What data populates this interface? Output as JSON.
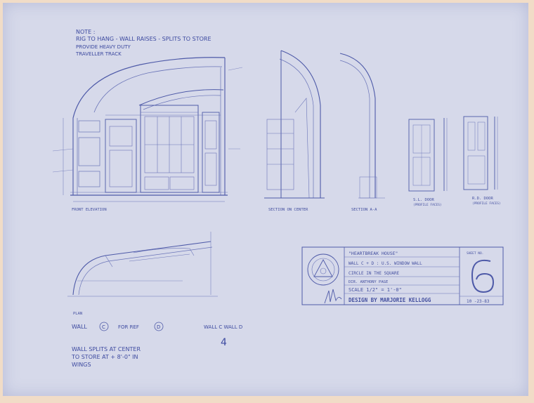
{
  "notes": {
    "line1": "NOTE :",
    "line2": "RIG TO HANG - WALL RAISES - SPLITS TO STORE",
    "line3": "PROVIDE HEAVY DUTY",
    "line4": "TRAVELLER TRACK"
  },
  "view_labels": {
    "front": "FRONT ELEVATION",
    "section_center": "SECTION ON CENTER",
    "section_aa": "SECTION A-A",
    "plan": "PLAN",
    "door_sl": "S.L. DOOR",
    "door_sl_sub": "(PROFILE FACES)",
    "door_rd": "R.D. DOOR",
    "door_rd_sub": "(PROFILE FACES)"
  },
  "walls": {
    "wall_left": "WALL",
    "wall_c_letter": "C",
    "for_ref": "FOR REF",
    "wall_d_letter": "D",
    "wall_c_d": "WALL C   WALL D"
  },
  "split_note": {
    "line1": "WALL SPLITS AT CENTER",
    "line2": "TO STORE AT + 8'-0\" IN",
    "line3": "WINGS"
  },
  "page_number": "4",
  "title_block": {
    "show": "\"HEARTBREAK HOUSE\"",
    "wall": "WALL C + D :  U.S. WINDOW WALL",
    "theatre": "CIRCLE IN THE SQUARE",
    "director": "DIR.  ANTHONY PAGE",
    "scale": "SCALE  1/2\"  =  1'-0\"",
    "designer": "DESIGN BY MARJORIE KELLOGG",
    "sheet_label": "SHEET NO.",
    "sheet_no": "6",
    "date": "10 -23-83"
  }
}
